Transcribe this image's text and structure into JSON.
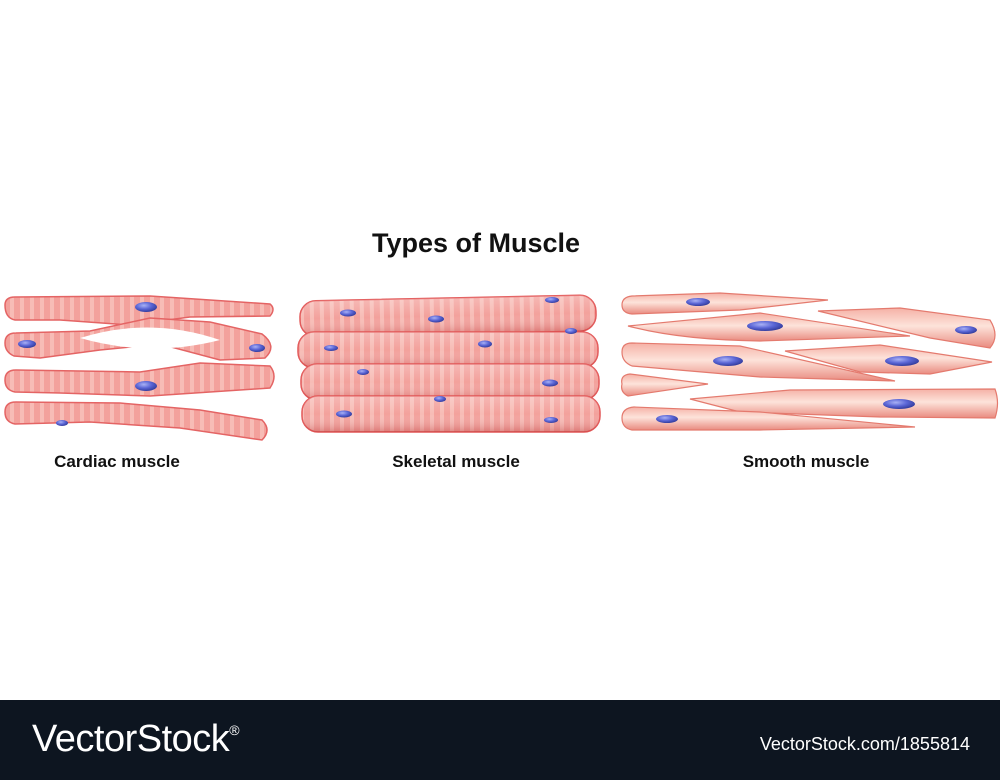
{
  "title": "Types of Muscle",
  "labels": {
    "cardiac": "Cardiac muscle",
    "skeletal": "Skeletal muscle",
    "smooth": "Smooth muscle"
  },
  "footer": {
    "brand": "VectorStock",
    "registered_mark": "®",
    "image_ref": "VectorStock.com/1855814"
  },
  "colors": {
    "fiber": "#f08e8e",
    "fiber_edge": "#e05a5a",
    "stripe": "#f7b3ae",
    "smooth_fiber": "#f7c7bd",
    "nucleus": "#4a56c8",
    "nucleus_highlight": "#8a93ea",
    "footer_bg": "#0d1520"
  }
}
